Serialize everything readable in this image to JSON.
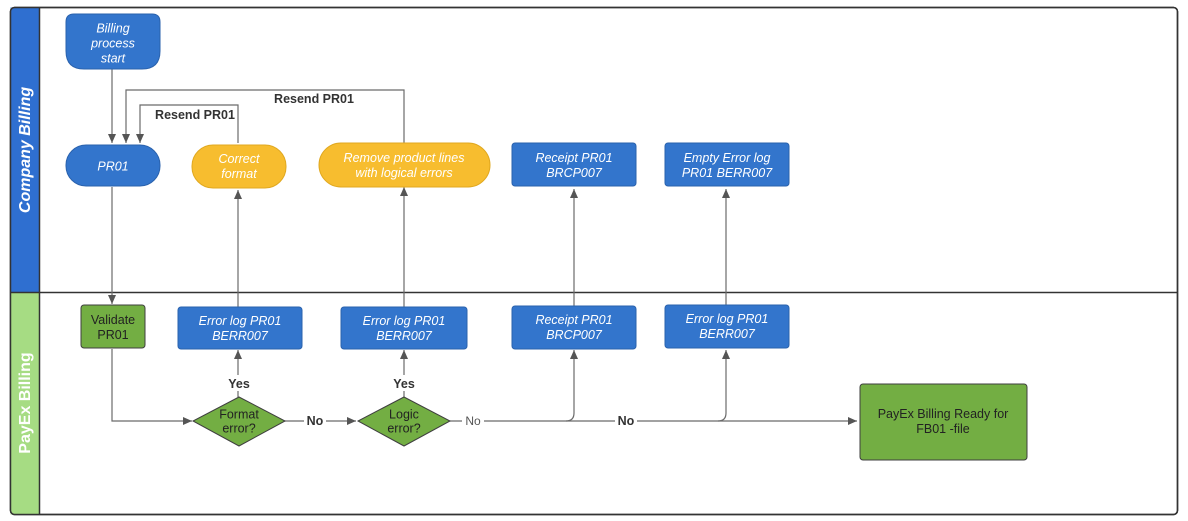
{
  "lanes": {
    "company": "Company Billing",
    "payex": "PayEx Billing"
  },
  "nodes": {
    "start": [
      "Billing",
      "process",
      "start"
    ],
    "pr01": [
      "PR01"
    ],
    "correct_format": [
      "Correct",
      "format"
    ],
    "remove_lines": [
      "Remove product lines",
      "with logical errors"
    ],
    "receipt_top": [
      "Receipt PR01",
      "BRCP007"
    ],
    "empty_log": [
      "Empty Error log",
      "PR01 BERR007"
    ],
    "validate": [
      "Validate",
      "PR01"
    ],
    "errlog1": [
      "Error log PR01",
      "BERR007"
    ],
    "errlog2": [
      "Error log PR01",
      "BERR007"
    ],
    "receipt_bottom": [
      "Receipt PR01",
      "BRCP007"
    ],
    "errlog3": [
      "Error log PR01",
      "BERR007"
    ],
    "format_error": [
      "Format",
      "error?"
    ],
    "logic_error": [
      "Logic",
      "error?"
    ],
    "ready": [
      "PayEx Billing Ready for",
      "FB01 -file"
    ]
  },
  "edge_labels": {
    "resend_outer": "Resend PR01",
    "resend_inner": "Resend PR01",
    "yes_format": "Yes",
    "yes_logic": "Yes",
    "no_format": "No",
    "no_logic": "No",
    "no_main": "No"
  },
  "colors": {
    "blue": "#3375cc",
    "yellow": "#f7bd2f",
    "green": "#73ae43",
    "lane_header_blue": "#2f6fd0",
    "lane_header_green": "#a6dc83"
  }
}
